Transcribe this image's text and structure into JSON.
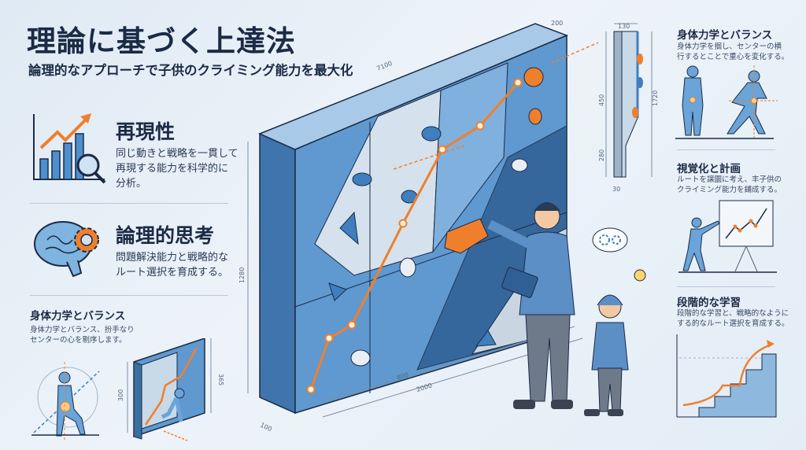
{
  "header": {
    "title": "理論に基づく上達法",
    "subtitle": "論理的なアプローチで子供のクライミング能力を最大化"
  },
  "left_sections": [
    {
      "icon": "chart-magnifier-icon",
      "heading": "再現性",
      "text_lines": [
        "同じ動きと戦略を一貫して",
        "再現する能力を科学的に",
        "分析。"
      ]
    },
    {
      "icon": "brain-gear-icon",
      "heading": "論理的思考",
      "text_lines": [
        "問題解決能力と戦略的な",
        "ルート選択を育成する。"
      ]
    },
    {
      "icon": "balance-figure-icon",
      "heading": "身体力学とバランス",
      "text_lines": [
        "身体力学とバランス、扮手なり",
        "センターの心を剔序します。"
      ]
    }
  ],
  "right_sections": [
    {
      "icon": "posture-figures-icon",
      "heading": "身体力学とバランス",
      "text_lines": [
        "身体力学を掴し、センターの横",
        "行するとことで重心を変化する。"
      ]
    },
    {
      "icon": "presentation-icon",
      "heading": "視覚化と計画",
      "text_lines": [
        "ルートを譲圜に考え、丰子供の",
        "クライミング能力を鋪成する。"
      ]
    },
    {
      "icon": "staircase-progress-icon",
      "heading": "段階的な学習",
      "text_lines": [
        "段階的な学習と、戦略的なように",
        "する的なルート選択を育成する。"
      ]
    }
  ],
  "dimensions": {
    "wall_top": "7100",
    "wall_depth_top": "200",
    "wall_height": "1280",
    "wall_width_inner": "800",
    "wall_width": "2000",
    "wall_thickness": "100",
    "section_width": "130",
    "section_upper": "450",
    "section_total": "1720",
    "section_lower": "280",
    "section_base": "30",
    "mini_height_left": "300",
    "mini_height_right": "365"
  },
  "colors": {
    "accent": "#f07f2c",
    "primary": "#3f7fbf",
    "navy": "#1b2a45"
  }
}
